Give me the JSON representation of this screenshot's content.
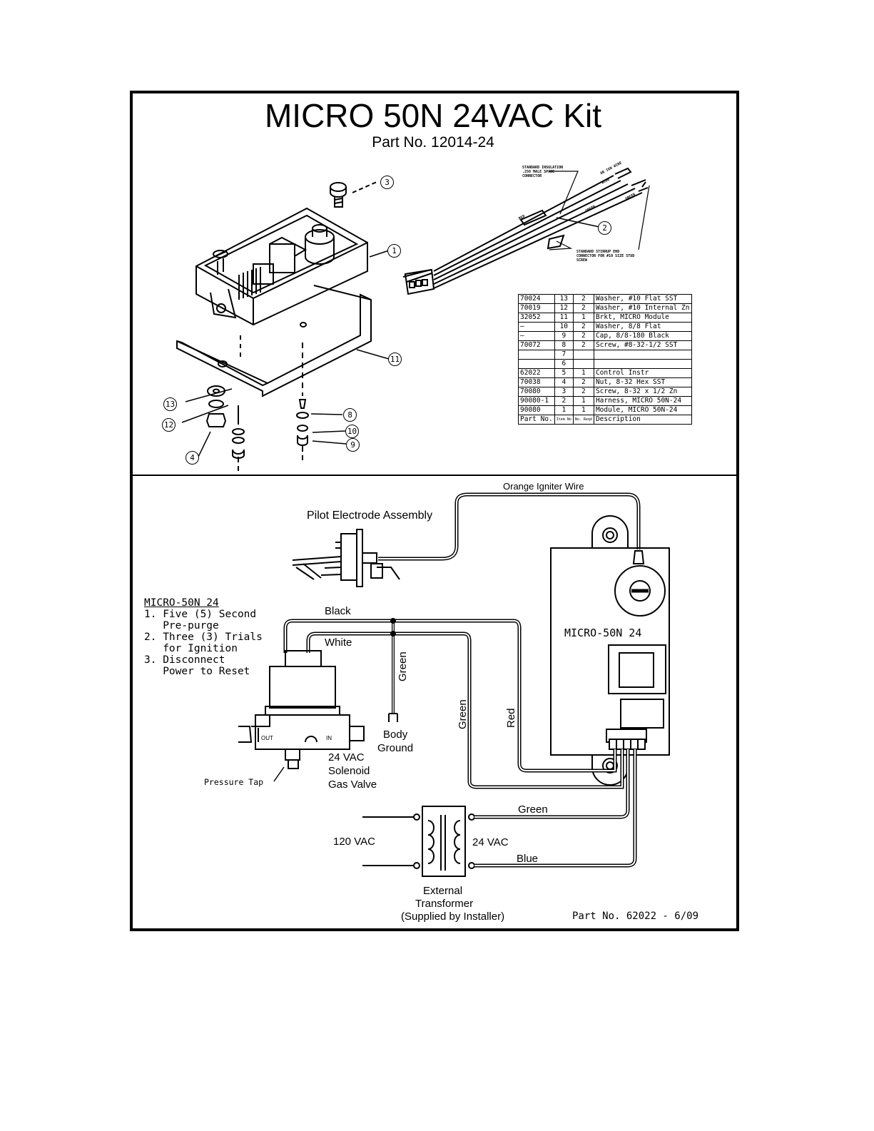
{
  "header": {
    "title": "MICRO 50N 24VAC Kit",
    "part_no": "Part No. 12014-24"
  },
  "exploded_view": {
    "callouts": [
      "1",
      "2",
      "3",
      "4",
      "8",
      "9",
      "10",
      "11",
      "12",
      "13"
    ],
    "harness_notes": {
      "insulation": "STANDARD INSULATION .250 MALE SPADE CONNECTOR",
      "stirrup": "STANDARD STIRRUP END CONNECTOR FOR #10 SIZE STUD SCREW",
      "wire_red": "RED",
      "wire_blue": "BLUE",
      "wire_green_a": "GREEN",
      "wire_green_b": "GREEN",
      "wire_orange": "OR IGN WIRE"
    }
  },
  "parts_table": {
    "rows": [
      {
        "part": "70024",
        "item": "13",
        "qty": "2",
        "desc": "Washer, #10 Flat SST"
      },
      {
        "part": "70019",
        "item": "12",
        "qty": "2",
        "desc": "Washer, #10 Internal Zn"
      },
      {
        "part": "32052",
        "item": "11",
        "qty": "1",
        "desc": "Brkt, MICRO Module"
      },
      {
        "part": "–",
        "item": "10",
        "qty": "2",
        "desc": "Washer, 8/8 Flat"
      },
      {
        "part": "–",
        "item": "9",
        "qty": "2",
        "desc": "Cap, 8/8-180 Black"
      },
      {
        "part": "70072",
        "item": "8",
        "qty": "2",
        "desc": "Screw, #8-32-1/2 SST"
      },
      {
        "part": "",
        "item": "7",
        "qty": "",
        "desc": ""
      },
      {
        "part": "",
        "item": "6",
        "qty": "",
        "desc": ""
      },
      {
        "part": "62022",
        "item": "5",
        "qty": "1",
        "desc": "Control Instr"
      },
      {
        "part": "70038",
        "item": "4",
        "qty": "2",
        "desc": "Nut, 8-32 Hex SST"
      },
      {
        "part": "70080",
        "item": "3",
        "qty": "2",
        "desc": "Screw, 8-32 x 1/2  Zn"
      },
      {
        "part": "90080-1",
        "item": "2",
        "qty": "1",
        "desc": "Harness, MICRO 50N-24"
      },
      {
        "part": "90080",
        "item": "1",
        "qty": "1",
        "desc": "Module, MICRO 50N-24"
      }
    ],
    "header": {
      "part": "Part No.",
      "item": "Item No",
      "qty": "No. Reqd",
      "desc": "Description"
    }
  },
  "wiring": {
    "orange_wire": "Orange Igniter Wire",
    "pilot": "Pilot Electrode Assembly",
    "notes_heading": "MICRO-50N 24",
    "notes": [
      "1. Five (5) Second",
      "   Pre-purge",
      "2. Three (3) Trials",
      "   for Ignition",
      "3. Disconnect",
      "   Power to Reset"
    ],
    "black": "Black",
    "white": "White",
    "green": "Green",
    "red": "Red",
    "body_ground_1": "Body",
    "body_ground_2": "Ground",
    "module_label": "MICRO-50N 24",
    "valve_1": "24 VAC",
    "valve_2": "Solenoid",
    "valve_3": "Gas Valve",
    "valve_out": "OUT",
    "valve_in": "IN",
    "pressure_tap": "Pressure Tap",
    "v120": "120 VAC",
    "v24": "24 VAC",
    "green_top": "Green",
    "blue": "Blue",
    "transformer_1": "External",
    "transformer_2": "Transformer",
    "transformer_3": "(Supplied by Installer)",
    "footer_part": "Part No. 62022 - 6/09"
  }
}
